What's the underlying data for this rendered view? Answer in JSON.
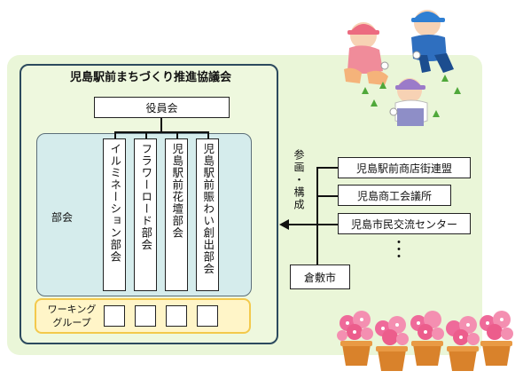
{
  "diagram": {
    "title": "児島駅前まちづくり推進協議会",
    "officers": "役員会",
    "subcommittee_label": "部会",
    "subcommittees": [
      "イルミネーション部会",
      "フラワーロード部会",
      "児島駅前花壇部会",
      "児島駅前賑わい創出部会"
    ],
    "working_group_label": "ワーキング\nグループ",
    "participation_label": "参画・構成",
    "participants": [
      "児島駅前商店街連盟",
      "児島商工会議所",
      "児島市民交流センター"
    ],
    "ellipsis": "・\n・\n・",
    "city": "倉敷市"
  },
  "illustrations": [
    "gardening-people",
    "flower-pots"
  ],
  "colors": {
    "background_panel": "#eaf6d8",
    "frame_border": "#2c4a5e",
    "subcommittee_bg": "#d5ecec",
    "working_group_bg": "#fff5c8",
    "working_group_border": "#f3c94c",
    "flower_pink": "#ef6a9a",
    "pot": "#d9822b"
  }
}
